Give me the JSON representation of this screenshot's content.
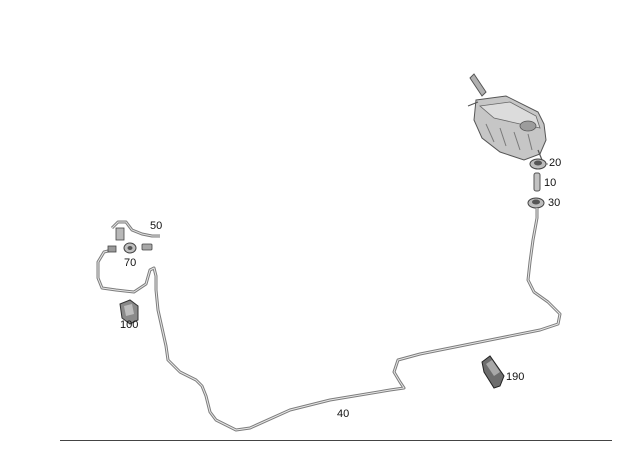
{
  "diagram": {
    "parts": [
      {
        "id": "tank",
        "name": "reservoir"
      },
      {
        "id": "p10",
        "callout": "10"
      },
      {
        "id": "p20",
        "callout": "20"
      },
      {
        "id": "p30",
        "callout": "30"
      },
      {
        "id": "p40",
        "callout": "40"
      },
      {
        "id": "p50",
        "callout": "50"
      },
      {
        "id": "p70",
        "callout": "70"
      },
      {
        "id": "p100",
        "callout": "100"
      },
      {
        "id": "p190",
        "callout": "190"
      }
    ],
    "colors": {
      "line": "#8a8a8a",
      "line_dark": "#555555",
      "part_fill": "#c9c9c9",
      "part_dark": "#6f6f6f",
      "text": "#111111"
    }
  }
}
